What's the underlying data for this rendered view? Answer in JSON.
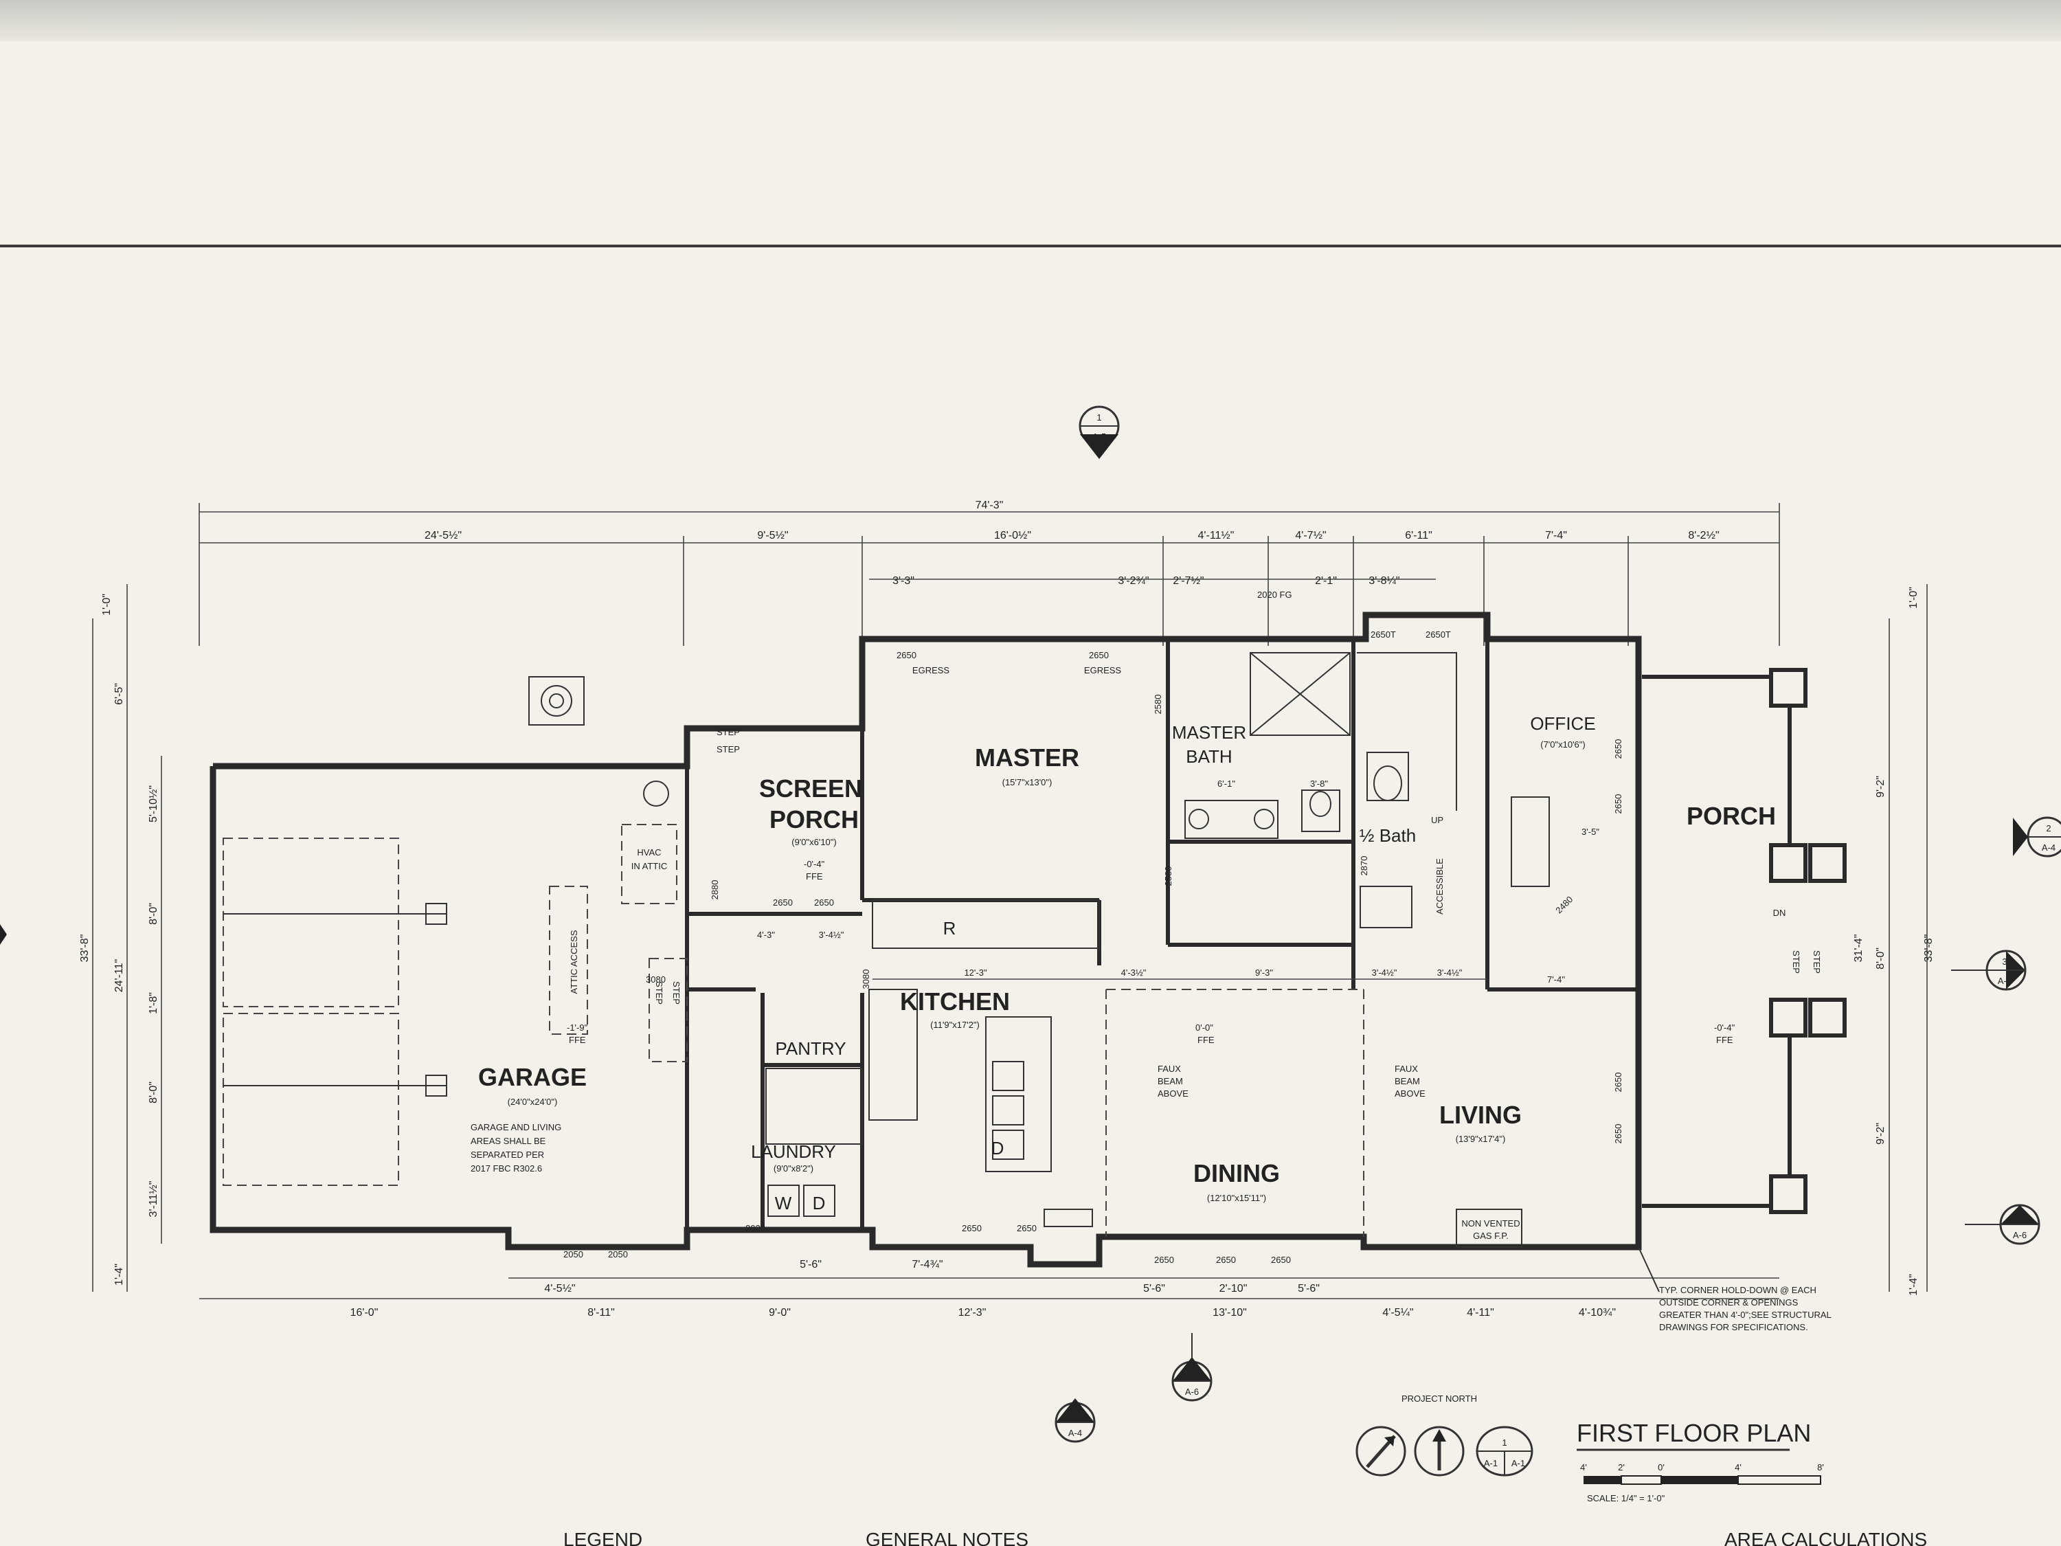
{
  "title": "FIRST FLOOR PLAN",
  "scale": "SCALE: 1/4\" = 1'-0\"",
  "scale_ticks": [
    "4'",
    "2'",
    "0'",
    "4'",
    "8'"
  ],
  "project_north": "PROJECT NORTH",
  "rooms": {
    "garage": {
      "name": "GARAGE",
      "size": "(24'0\"x24'0\")",
      "note": [
        "GARAGE AND LIVING",
        "AREAS SHALL BE",
        "SEPARATED PER",
        "2017 FBC R302.6"
      ]
    },
    "screen_porch": {
      "name_1": "SCREEN",
      "name_2": "PORCH",
      "size": "(9'0\"x6'10\")"
    },
    "master": {
      "name": "MASTER",
      "size": "(15'7\"x13'0\")"
    },
    "master_bath": {
      "name_1": "MASTER",
      "name_2": "BATH"
    },
    "half_bath": {
      "name": "½ Bath"
    },
    "office": {
      "name": "OFFICE",
      "size": "(7'0\"x10'6\")"
    },
    "porch": {
      "name": "PORCH"
    },
    "kitchen": {
      "name": "KITCHEN",
      "size": "(11'9\"x17'2\")"
    },
    "pantry": {
      "name": "PANTRY"
    },
    "laundry": {
      "name": "LAUNDRY",
      "size": "(9'0\"x8'2\")"
    },
    "dining": {
      "name": "DINING",
      "size": "(12'10\"x15'11\")"
    },
    "living": {
      "name": "LIVING",
      "size": "(13'9\"x17'4\")"
    }
  },
  "labels": {
    "hvac": [
      "HVAC",
      "IN ATTIC"
    ],
    "attic": "ATTIC ACCESS",
    "faux_beam": [
      "FAUX",
      "BEAM",
      "ABOVE"
    ],
    "gas_fp": [
      "NON VENTED",
      "GAS F.P."
    ],
    "egress": "EGRESS",
    "step": "STEP",
    "up": "UP",
    "dn": "DN",
    "accessible": "ACCESSIBLE",
    "ffe_garage": "-1'-9\"",
    "ffe_porch": "-0'-4\"",
    "ffe_dining": "0'-0\"",
    "ffe_front": "-0'-4\"",
    "ffe": "FFE",
    "fridge": "R",
    "dishwasher": "D",
    "washer": "W",
    "dryer": "D",
    "typ_note": [
      "TYP. CORNER HOLD-DOWN @ EACH",
      "OUTSIDE CORNER & OPENINGS",
      "GREATER THAN 4'-0\";SEE STRUCTURAL",
      "DRAWINGS FOR SPECIFICATIONS."
    ]
  },
  "windows": {
    "w2650": "2650",
    "w2650t": "2650T",
    "w2050": "2050",
    "w2020": "2020",
    "w2020fg": "2020 FG",
    "d3080": "3080",
    "d2880": "2880",
    "d2580": "2580",
    "d2870": "2870",
    "d2480": "2480"
  },
  "dims_top": {
    "overall": "74'-3\"",
    "d1": "24'-5½\"",
    "d2": "9'-5½\"",
    "d3": "16'-0½\"",
    "d4": "4'-11½\"",
    "d5": "4'-7½\"",
    "d6": "6'-11\"",
    "d7": "7'-4\"",
    "d8": "8'-2½\""
  },
  "dims_top2": {
    "a": "3'-3\"",
    "b": "3'-2¾\"",
    "c": "2'-7½\"",
    "d": "2'-1\"",
    "e": "3'-8¼\""
  },
  "dims_bottom": {
    "a": "16'-0\"",
    "b": "8'-11\"",
    "c": "9'-0\"",
    "d": "12'-3\"",
    "e": "13'-10\"",
    "f": "4'-5¼\"",
    "g": "4'-11\"",
    "h": "4'-10¾\""
  },
  "dims_bottom2": {
    "a": "4'-5½\"",
    "b": "5'-6\"",
    "c": "7'-4¾\"",
    "d": "5'-6\"",
    "e": "2'-10\"",
    "f": "5'-6\""
  },
  "dims_left": {
    "overall": "33'-8\"",
    "a": "1'-0\"",
    "b": "6'-5\"",
    "c": "5'-10½\"",
    "d": "8'-0\"",
    "e": "1'-8\"",
    "f": "24'-11\"",
    "g": "8'-0\"",
    "h": "3'-11½\"",
    "i": "1'-4\""
  },
  "dims_right": {
    "overall": "33'-8\"",
    "a": "1'-0\"",
    "b": "9'-2\"",
    "c": "31'-4\"",
    "d": "8'-0\"",
    "e": "9'-2\"",
    "f": "1'-4\""
  },
  "dims_inner": {
    "a": "12'-3\"",
    "b": "4'-3½\"",
    "c": "9'-3\"",
    "d": "3'-4½\"",
    "e": "3'-4½\"",
    "f": "7'-4\"",
    "g": "4'-3\"",
    "h": "3'-4½\"",
    "i": "6'-1\"",
    "j": "3'-8\"",
    "k": "3'-5\""
  },
  "markers": [
    {
      "num": "1",
      "sheet": "A-5"
    },
    {
      "num": "2",
      "sheet": "A-4"
    },
    {
      "num": "3",
      "sheet": "A-6"
    },
    {
      "num": "1",
      "sheet": "A-6"
    },
    {
      "num": "2",
      "sheet": "A-6"
    },
    {
      "num": "1",
      "sheet": "A-4"
    }
  ],
  "title_marker": {
    "num": "1",
    "sheet_a": "A-1",
    "sheet_b": "A-1"
  },
  "footer": {
    "legend": "LEGEND",
    "notes": "GENERAL NOTES",
    "area": "AREA CALCULATIONS"
  }
}
